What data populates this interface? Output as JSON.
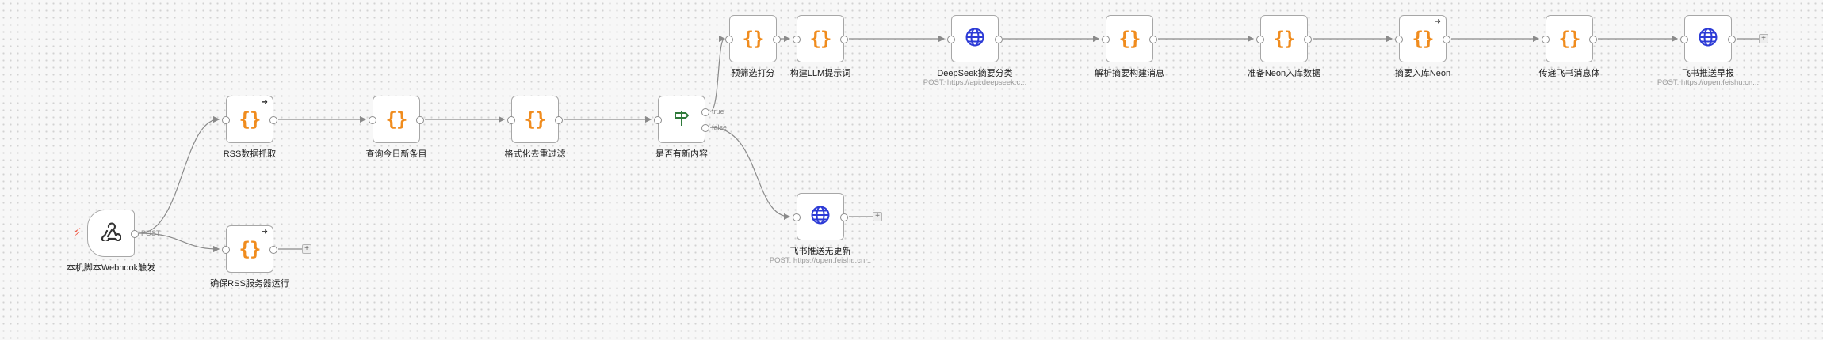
{
  "nodes": {
    "webhook": {
      "label": "本机脚本Webhook触发",
      "method": "POST"
    },
    "rss_fetch": {
      "label": "RSS数据抓取"
    },
    "ensure_rss": {
      "label": "确保RSS服务器运行"
    },
    "query_today": {
      "label": "查询今日新条目"
    },
    "format_dedupe": {
      "label": "格式化去重过滤"
    },
    "has_new": {
      "label": "是否有新内容",
      "true_label": "true",
      "false_label": "false"
    },
    "prefilter": {
      "label": "预筛选打分"
    },
    "build_prompt": {
      "label": "构建LLM提示词"
    },
    "deepseek": {
      "label": "DeepSeek摘要分类",
      "sub": "POST: https://api.deepseek.c..."
    },
    "parse_summary": {
      "label": "解析摘要构建消息"
    },
    "prep_neon": {
      "label": "准备Neon入库数据"
    },
    "summary_neon": {
      "label": "摘要入库Neon"
    },
    "feishu_body": {
      "label": "传递飞书消息体"
    },
    "feishu_push": {
      "label": "飞书推送早报",
      "sub": "POST: https://open.feishu.cn..."
    },
    "feishu_none": {
      "label": "飞书推送无更新",
      "sub": "POST: https://open.feishu.cn..."
    }
  },
  "icons": {
    "code": "code-braces-icon",
    "http": "globe-icon",
    "webhook": "webhook-icon",
    "if": "signpost-icon",
    "trigger": "lightning-bolt-icon",
    "run": "arrow-right-icon",
    "add": "plus-icon"
  },
  "plus_symbol": "+",
  "colors": {
    "code": "#f08c1e",
    "http": "#2d3bd6",
    "if": "#2f7a3b",
    "trigger": "#f05a46"
  }
}
